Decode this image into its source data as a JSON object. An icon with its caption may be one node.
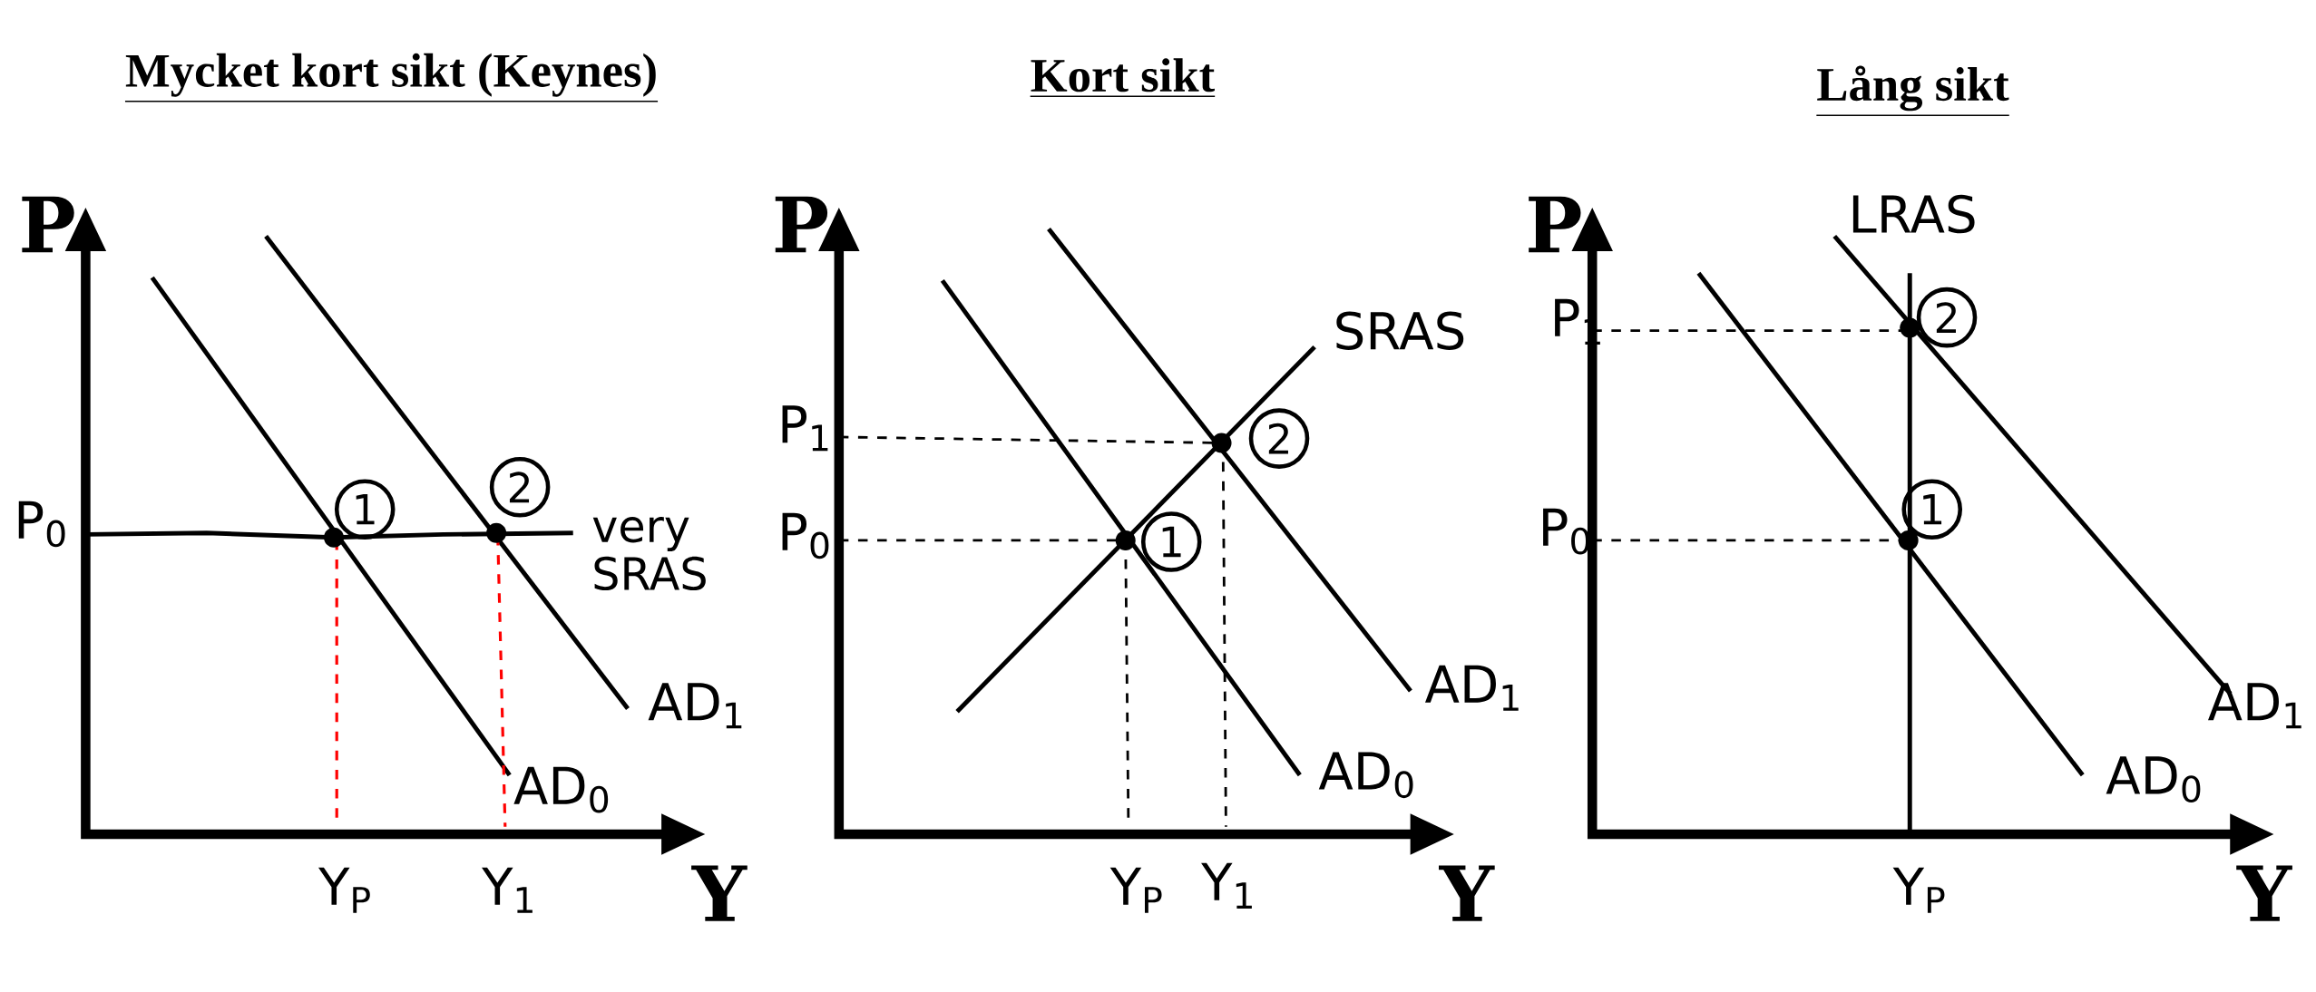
{
  "diagram": {
    "nodes": [
      {
        "text": [
          "1"
        ]
      },
      {
        "text": [
          "2"
        ]
      },
      {
        "text": [
          "1"
        ]
      },
      {
        "text": [
          "2"
        ]
      },
      {
        "text": [
          "2"
        ]
      },
      {
        "text": [
          "1"
        ]
      }
    ],
    "labels": [
      "Mycket kort sikt (Keynes)",
      "Kort sikt",
      "Lång sikt",
      "P",
      "P$_{0}$",
      "very SRAS",
      "AD$_{1}$",
      "AD$_{0}$",
      "Y$_{P}$",
      "Y$_{1}$",
      "Y",
      "P",
      "SRAS",
      "P$_{1}$",
      "P$_{0}$",
      "AD$_{1}$",
      "AD$_{0}$",
      "Y$_{P}$",
      "Y$_{1}$",
      "Y",
      "P",
      "LRAS",
      "P$_{1}$",
      "P$_{0}$",
      "AD$_{1}$",
      "AD$_{0}$",
      "Y$_{P}$",
      "Y"
    ]
  }
}
